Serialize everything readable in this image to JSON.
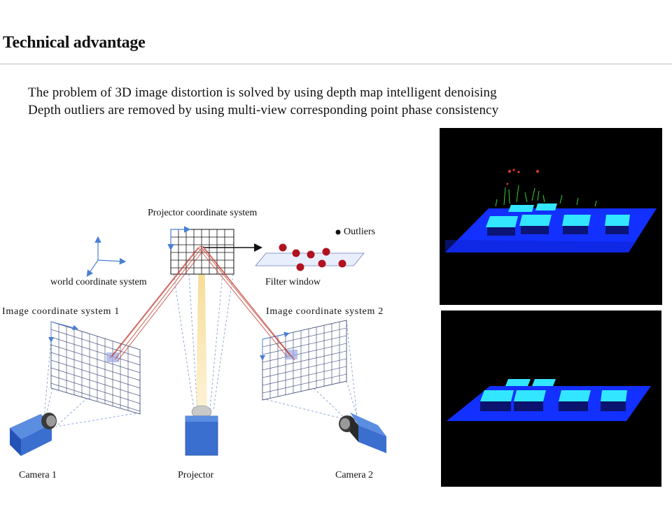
{
  "header": {
    "title": "Technical advantage"
  },
  "bullets": [
    "The problem of 3D image distortion is solved by using depth map intelligent denoising",
    "Depth outliers are removed by using multi-view corresponding point phase consistency"
  ],
  "diagram": {
    "labels": {
      "projector_cs": "Projector coordinate system",
      "outliers": "Outliers",
      "world_cs": "world coordinate system",
      "filter_window": "Filter window",
      "image_cs_1": "Image coordinate system 1",
      "image_cs_2": "Image coordinate system 2",
      "camera_1": "Camera 1",
      "projector": "Projector",
      "camera_2": "Camera 2"
    },
    "colors": {
      "grid": "#2b3a6b",
      "axis": "#4a7fd6",
      "ray": "#c0392b",
      "beam": "#f5d27a",
      "device": "#3b6fcf",
      "outlier": "#b0121f"
    },
    "icons": [
      "camera-icon",
      "projector-icon",
      "axes-icon"
    ]
  },
  "renders": {
    "colors": {
      "plate": "#1230ff",
      "block": "#32e6ff",
      "noise_green": "#35d13a",
      "noise_red": "#e0392b"
    },
    "panels": [
      "point-cloud-with-outliers",
      "point-cloud-denoised"
    ]
  }
}
